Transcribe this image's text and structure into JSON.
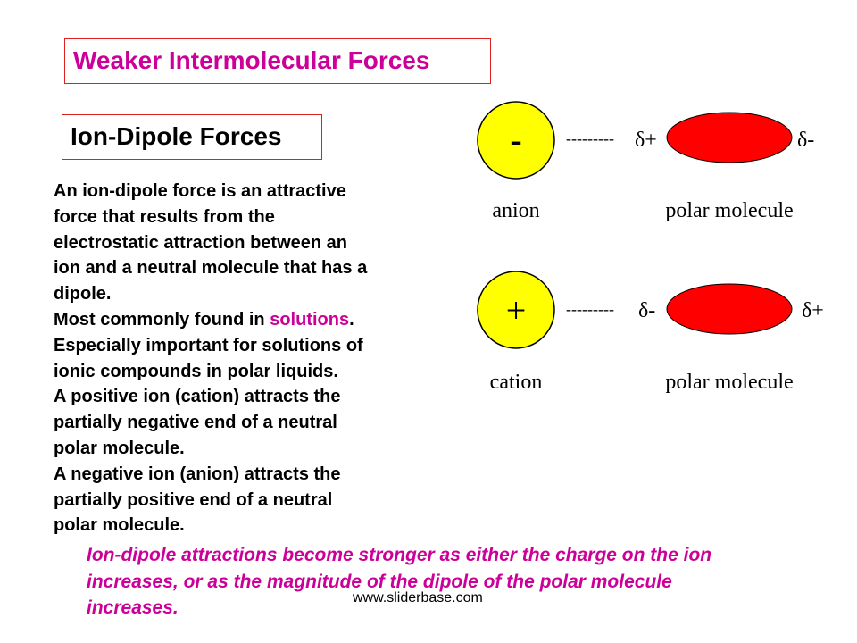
{
  "title": "Weaker Intermolecular Forces",
  "subtitle": "Ion-Dipole Forces",
  "body": {
    "lines": [
      "An ion-dipole force is an attractive",
      "force that results from the",
      "electrostatic attraction between an",
      "ion and a neutral molecule that has a",
      "dipole."
    ],
    "common_prefix": "Most commonly found in ",
    "common_highlight": "solutions",
    "common_suffix": ".",
    "lines2": [
      "Especially important for solutions of",
      "ionic compounds in polar liquids.",
      "A positive ion (cation) attracts the",
      "partially negative end of a neutral",
      "polar molecule.",
      "A negative ion (anion) attracts the",
      "partially positive end of a neutral",
      "polar molecule."
    ]
  },
  "note": [
    "Ion-dipole attractions become stronger as either the charge on the ion",
    "increases, or as the magnitude of the dipole of the polar molecule",
    "increases."
  ],
  "footer": "www.sliderbase.com",
  "diagram": {
    "row1": {
      "ion_sign": "-",
      "ion_label": "anion",
      "dashes": "---------",
      "near_charge": "δ+",
      "far_charge": "δ-",
      "molecule_label": "polar molecule"
    },
    "row2": {
      "ion_sign": "+",
      "ion_label": "cation",
      "dashes": "---------",
      "near_charge": "δ-",
      "far_charge": "δ+",
      "molecule_label": "polar molecule"
    },
    "colors": {
      "ion": "#ffff00",
      "molecule": "#ff0000",
      "accent": "#cc0099"
    }
  }
}
